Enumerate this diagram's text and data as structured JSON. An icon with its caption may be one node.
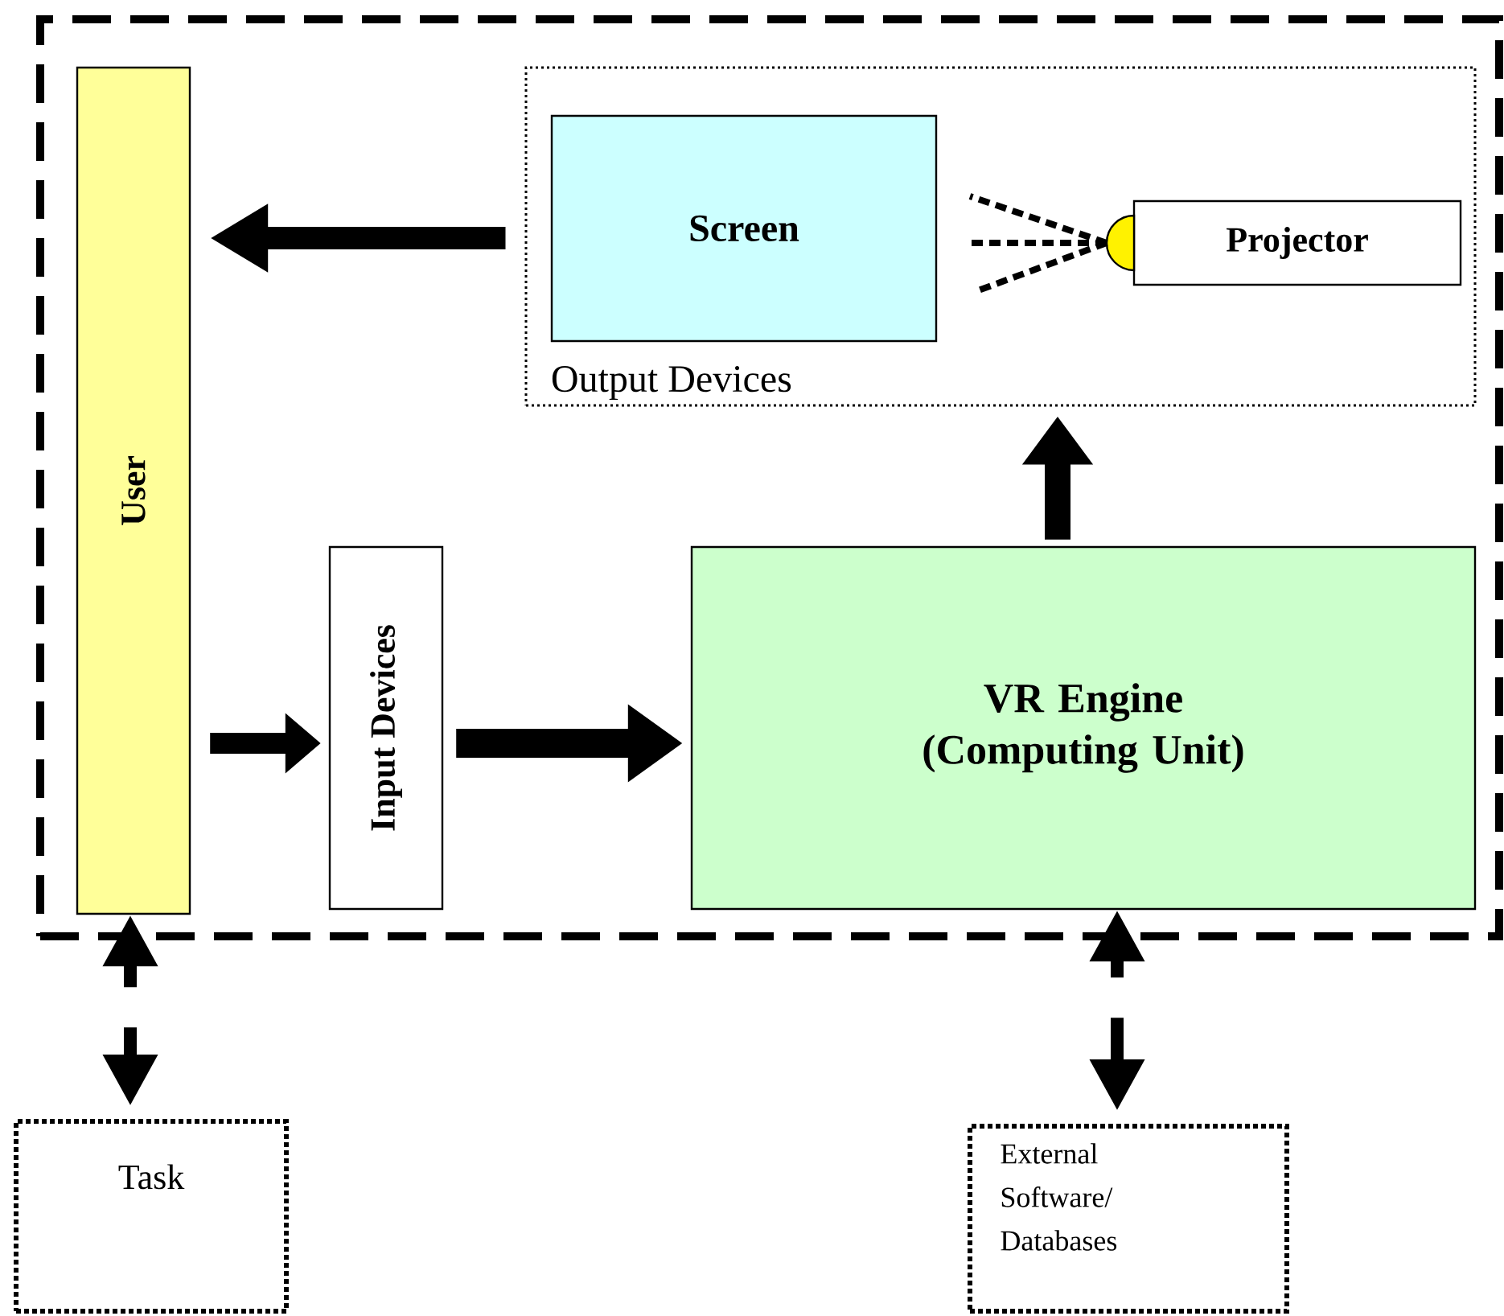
{
  "diagram": {
    "nodes": [
      {
        "text": [],
        "shape": "box"
      },
      {
        "text": [
          "User"
        ],
        "in": 0
      },
      {
        "text": [
          "Output Devices"
        ],
        "in": 0
      },
      {
        "text": [
          "Screen"
        ],
        "in": 2
      },
      {
        "text": [
          "Projector"
        ],
        "in": 2
      },
      {
        "text": [
          "Input Devices"
        ],
        "in": 0
      },
      {
        "text": [
          "VR Engine (Computing Unit)"
        ],
        "in": 0
      },
      {
        "text": [
          "Task"
        ]
      },
      {
        "text": [
          "External Software/ Databases"
        ]
      }
    ],
    "edges": [
      {
        "from": 2,
        "to": 1,
        "arrow": "to"
      },
      {
        "from": 1,
        "to": 5,
        "arrow": "to"
      },
      {
        "from": 5,
        "to": 6,
        "arrow": "to"
      },
      {
        "from": 6,
        "to": 2,
        "arrow": "to"
      },
      {
        "from": 1,
        "to": 7,
        "arrow": "both",
        "style": "dashed"
      },
      {
        "from": 6,
        "to": 8,
        "arrow": "both",
        "style": "dashed"
      }
    ]
  }
}
